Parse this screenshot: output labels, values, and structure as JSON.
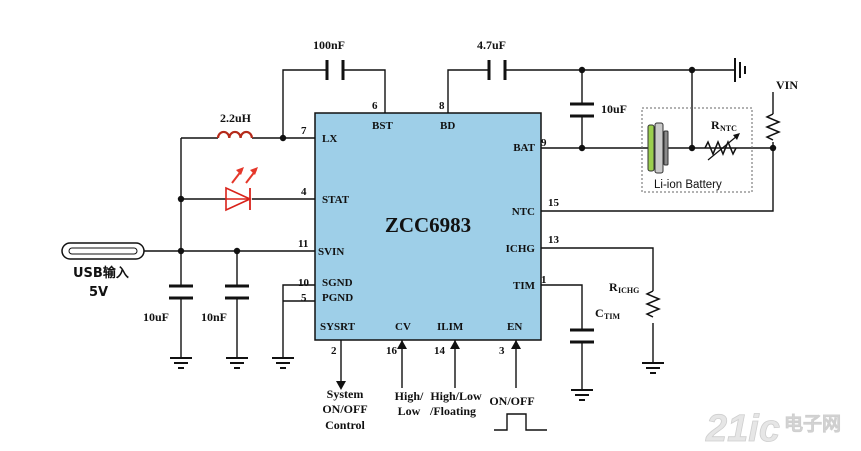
{
  "chip": {
    "name": "ZCC6983",
    "fill": "#9ecfe8"
  },
  "pins_left": [
    {
      "num": "7",
      "name": "LX"
    },
    {
      "num": "4",
      "name": "STAT"
    },
    {
      "num": "11",
      "name": "SVIN"
    },
    {
      "num": "10",
      "name": "SGND"
    },
    {
      "num": "5",
      "name": "PGND"
    }
  ],
  "pins_top": [
    {
      "num": "6",
      "name": "BST"
    },
    {
      "num": "8",
      "name": "BD"
    }
  ],
  "pins_right": [
    {
      "num": "9",
      "name": "BAT"
    },
    {
      "num": "15",
      "name": "NTC"
    },
    {
      "num": "13",
      "name": "ICHG"
    },
    {
      "num": "1",
      "name": "TIM"
    }
  ],
  "pins_bottom": [
    {
      "num": "2",
      "name": "SYSRT"
    },
    {
      "num": "16",
      "name": "CV"
    },
    {
      "num": "14",
      "name": "ILIM"
    },
    {
      "num": "3",
      "name": "EN"
    }
  ],
  "components": {
    "cap_bst": "100nF",
    "cap_bd": "4.7uF",
    "cap_bat": "10uF",
    "inductor": "2.2uH",
    "cap_in1": "10uF",
    "cap_in2": "10nF",
    "r_ntc_main": "R",
    "r_ntc_sub": "NTC",
    "r_ichg_main": "R",
    "r_ichg_sub": "ICHG",
    "c_tim_main": "C",
    "c_tim_sub": "TIM",
    "vin": "VIN"
  },
  "labels": {
    "usb": "USB输入",
    "usb_v": "5V",
    "battery": "Li-ion Battery",
    "system_1": "System",
    "system_2": "ON/OFF",
    "system_3": "Control",
    "cv_1": "High/",
    "cv_2": "Low",
    "ilim_1": "High/Low",
    "ilim_2": "/Floating",
    "en": "ON/OFF"
  },
  "watermark": {
    "brand": "21ic",
    "cn": "电子网"
  }
}
